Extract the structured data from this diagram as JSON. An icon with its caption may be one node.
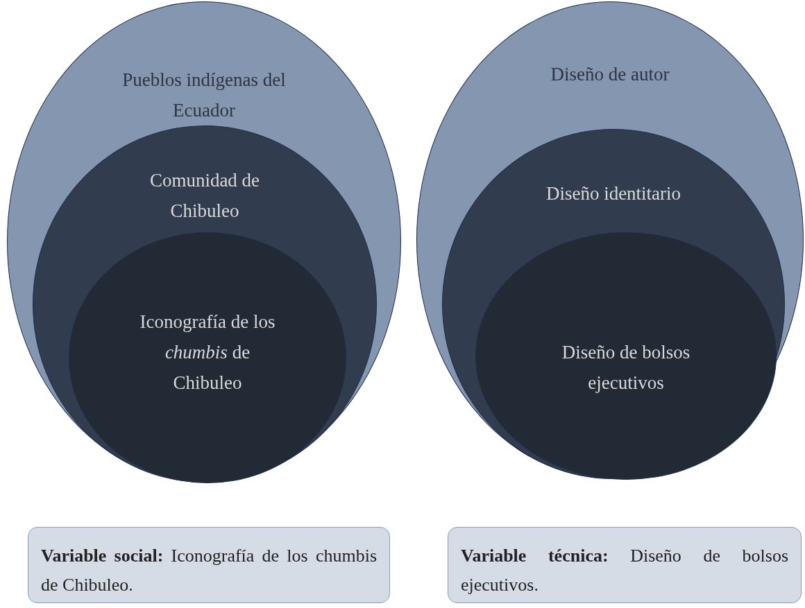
{
  "diagram": {
    "nodes": [
      {
        "text": [
          "Pueblos indígenas del Ecuador"
        ]
      },
      {
        "text": [
          "Comunidad de Chibuleo"
        ],
        "in": 0
      },
      {
        "text": [
          "Iconografía de los *chumbis* de Chibuleo"
        ],
        "in": 1
      },
      {
        "text": [
          "Diseño de autor"
        ]
      },
      {
        "text": [
          "Diseño identitario"
        ],
        "in": 3
      },
      {
        "text": [
          "Diseño de bolsos ejecutivos"
        ],
        "in": 4
      },
      {
        "text": [
          "**Variable social:** Iconografía de los chumbis de Chibuleo."
        ]
      },
      {
        "text": [
          "**Variable técnica:** Diseño de bolsos ejecutivos."
        ]
      }
    ],
    "edges": []
  }
}
